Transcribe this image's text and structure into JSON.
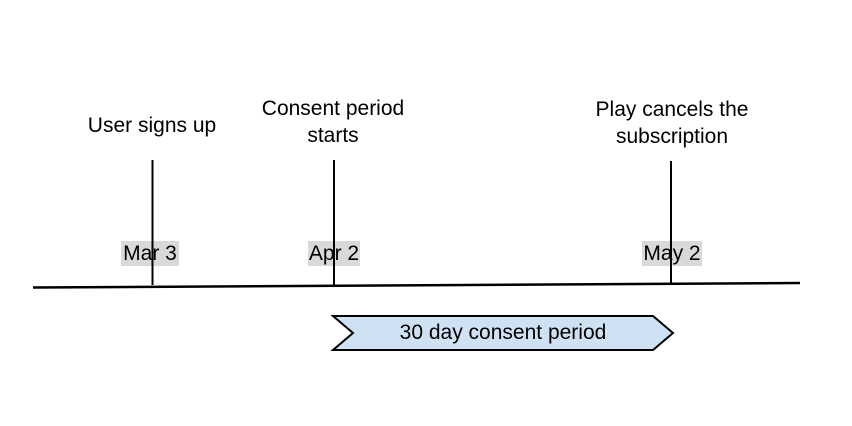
{
  "diagram": {
    "type": "timeline",
    "background_color": "#ffffff",
    "text_color": "#000000"
  },
  "events": [
    {
      "title_lines": [
        "User signs up"
      ],
      "date": "Mar 3"
    },
    {
      "title_lines": [
        "Consent period",
        "starts"
      ],
      "date": "Apr 2"
    },
    {
      "title_lines": [
        "Play cancels the",
        "subscription"
      ],
      "date": "May 2"
    }
  ],
  "banner": {
    "label": "30 day consent period",
    "fill_color": "#cfe2f3",
    "border_color": "#000000"
  },
  "timeline": {
    "axis_color": "#000000",
    "tick_color": "#000000",
    "date_chip_color": "#d9d9d9"
  }
}
